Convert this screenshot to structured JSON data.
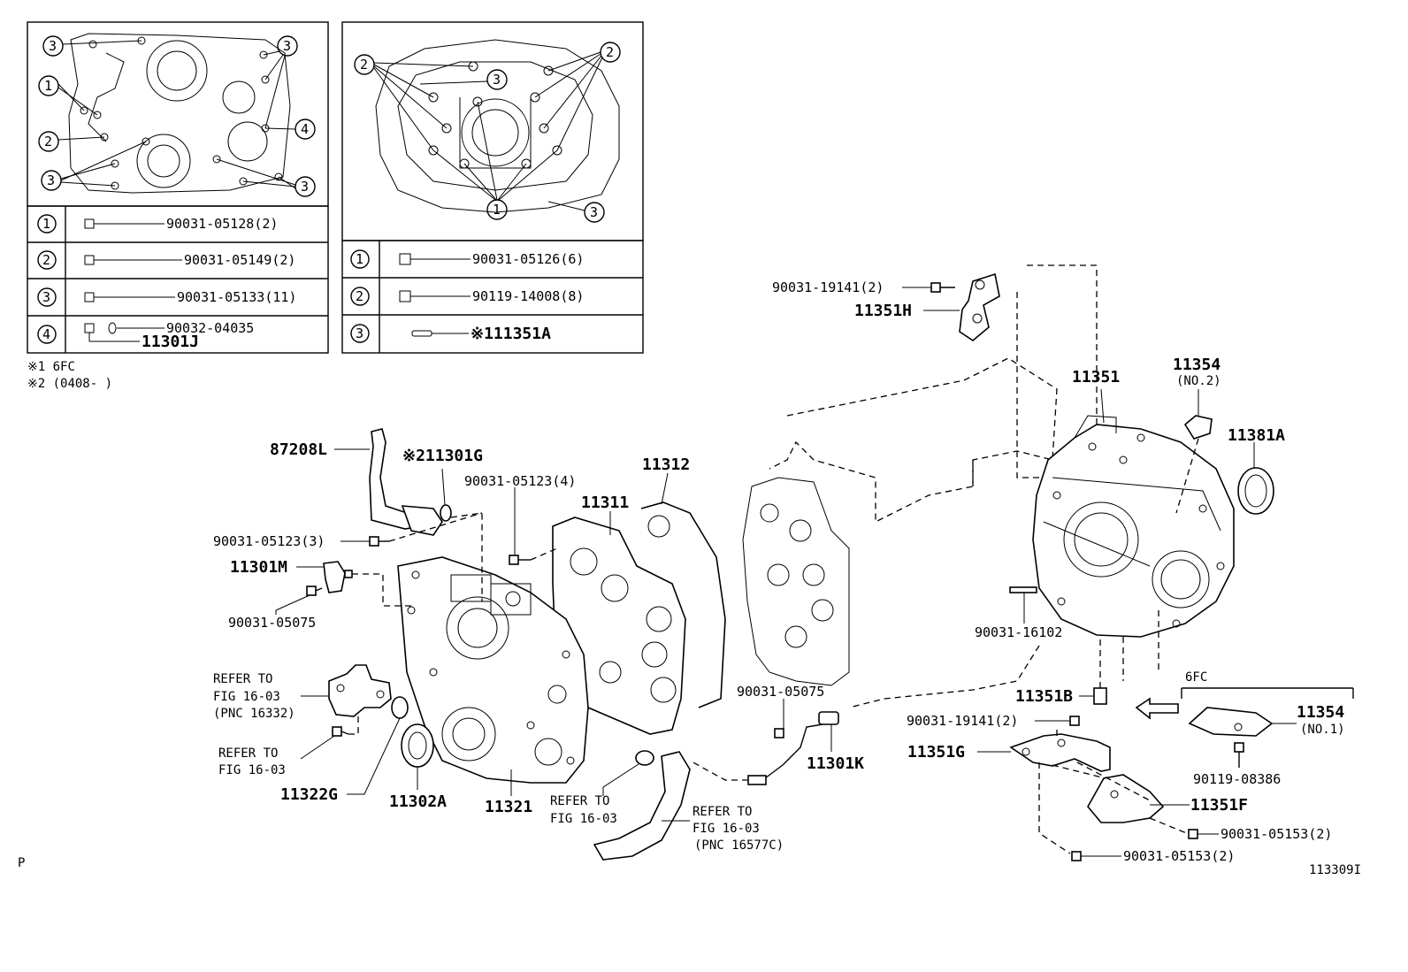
{
  "legend_left": {
    "rows": [
      {
        "num": "1",
        "part": "90031-05128(2)"
      },
      {
        "num": "2",
        "part": "90031-05149(2)"
      },
      {
        "num": "3",
        "part": "90031-05133(11)"
      },
      {
        "num": "4",
        "part": "90032-04035",
        "part2": "11301J"
      }
    ]
  },
  "legend_right": {
    "rows": [
      {
        "num": "1",
        "part": "90031-05126(6)"
      },
      {
        "num": "2",
        "part": "90119-14008(8)"
      },
      {
        "num": "3",
        "part": "※111351A"
      }
    ]
  },
  "notes": [
    "※1 6FC",
    "※2 (0408-      )"
  ],
  "callouts": {
    "c1": "1",
    "c2": "2",
    "c3": "3",
    "c4": "4"
  },
  "parts": {
    "p_90031_19141_top": "90031-19141(2)",
    "p_11351H": "11351H",
    "p_11351": "11351",
    "p_11354_no2": "11354",
    "p_no2": "(NO.2)",
    "p_11381A": "11381A",
    "p_87208L": "87208L",
    "p_11301G": "※211301G",
    "p_90031_05123_4": "90031-05123(4)",
    "p_11312": "11312",
    "p_11311": "11311",
    "p_90031_05123_3": "90031-05123(3)",
    "p_11301M": "11301M",
    "p_90031_05075_a": "90031-05075",
    "p_90031_16102": "90031-16102",
    "p_refer1_a": "REFER TO",
    "p_refer1_b": "FIG 16-03",
    "p_refer1_c": "(PNC 16332)",
    "p_90031_05075_b": "90031-05075",
    "p_11351B": "11351B",
    "p_6fc": "6FC",
    "p_90031_19141_bot": "90031-19141(2)",
    "p_11354_no1": "11354",
    "p_no1": "(NO.1)",
    "p_refer2_a": "REFER TO",
    "p_refer2_b": "FIG 16-03",
    "p_11351G": "11351G",
    "p_11301K": "11301K",
    "p_90119_08386": "90119-08386",
    "p_11322G": "11322G",
    "p_11302A": "11302A",
    "p_11321": "11321",
    "p_refer3_a": "REFER TO",
    "p_refer3_b": "FIG 16-03",
    "p_refer4_a": "REFER TO",
    "p_refer4_b": "FIG 16-03",
    "p_refer4_c": "(PNC 16577C)",
    "p_11351F": "11351F",
    "p_90031_05153_a": "90031-05153(2)",
    "p_90031_05153_b": "90031-05153(2)",
    "p_P": "P",
    "p_code": "113309I"
  }
}
